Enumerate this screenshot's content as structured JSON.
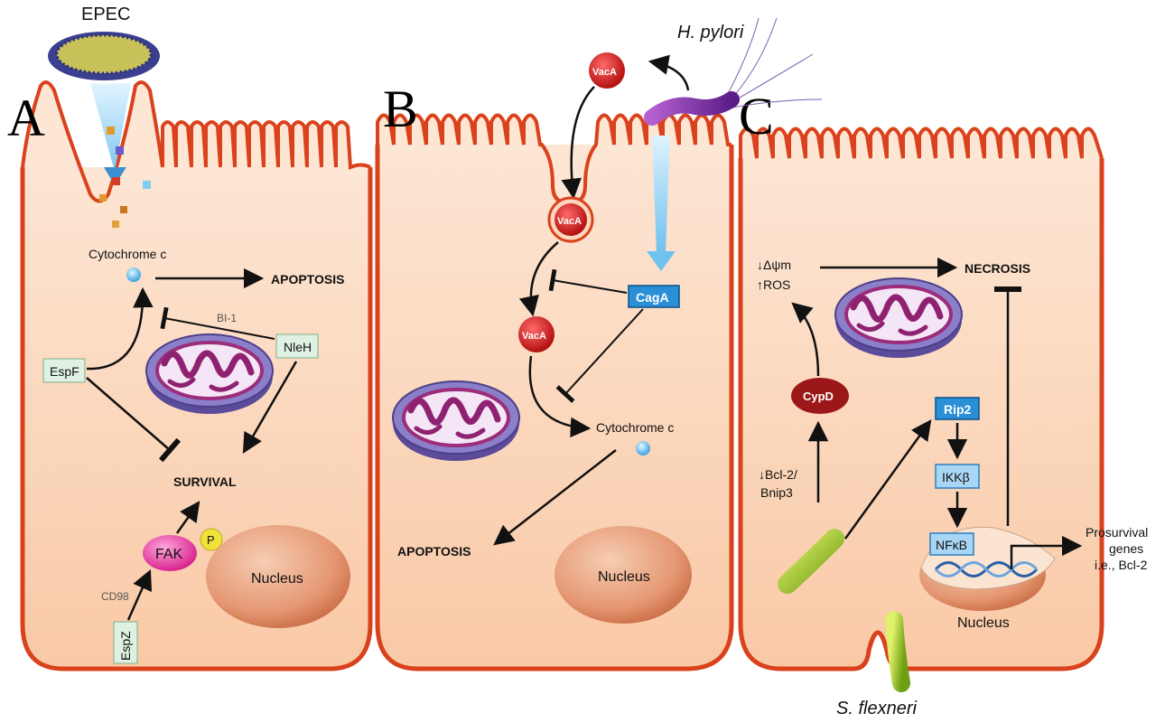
{
  "panels": {
    "a": {
      "letter": "A",
      "bacterium": "EPEC",
      "cytochrome": "Cytochrome c",
      "apoptosis": "APOPTOSIS",
      "bi1": "BI-1",
      "nleh": "NleH",
      "espf": "EspF",
      "survival": "SURVIVAL",
      "fak": "FAK",
      "p": "P",
      "cd98": "CD98",
      "espz": "EspZ",
      "nucleus": "Nucleus"
    },
    "b": {
      "letter": "B",
      "bacterium": "H. pylori",
      "vaca": "VacA",
      "caga": "CagA",
      "cytochrome": "Cytochrome c",
      "apoptosis": "APOPTOSIS",
      "nucleus": "Nucleus"
    },
    "c": {
      "letter": "C",
      "bacterium": "S. flexneri",
      "dpsi": "↓Δψm",
      "ros": "↑ROS",
      "necrosis": "NECROSIS",
      "cypd": "CypD",
      "bcl2_line1": "↓Bcl-2/",
      "bcl2_line2": "Bnip3",
      "rip2": "Rip2",
      "ikkb": "IKKβ",
      "nfkb": "NFκB",
      "prosurvival_line1": "Prosurvival",
      "prosurvival_line2": "genes",
      "prosurvival_line3": "i.e., Bcl-2",
      "nucleus": "Nucleus"
    }
  },
  "colors": {
    "membrane": "#d9421c",
    "cell_fill": "#fbd8bd",
    "cell_deep": "#f6b48c",
    "mito_outer": "#6a5aa8",
    "mito_inner": "#9b2d7a",
    "vaca_red": "#cc1e1e",
    "cypd_red": "#9c1818",
    "blue_box": "#2a8fd6",
    "green_box": "#dff1e2",
    "fak_pink": "#e0349a",
    "p_yellow": "#f1e23a",
    "nucleus": "#e79870"
  }
}
